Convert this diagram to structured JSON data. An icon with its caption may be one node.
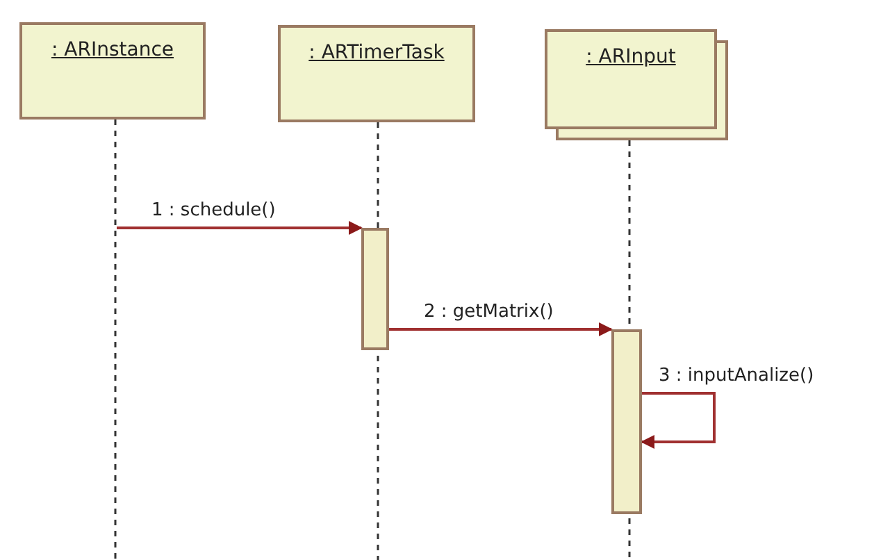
{
  "diagram": {
    "nodes": [
      {
        "text": [
          ": ARInstance"
        ]
      },
      {
        "text": [
          ": ARTimerTask"
        ]
      },
      {
        "text": [
          ": ARInput"
        ]
      },
      {
        "text": [],
        "shape": "bar"
      },
      {
        "text": [],
        "shape": "bar"
      }
    ],
    "edges": [
      {
        "from": null,
        "to": 3,
        "arrow": "to",
        "label": "1 : schedule()"
      },
      {
        "from": 3,
        "to": 4,
        "arrow": "to",
        "label": "2 : getMatrix()"
      },
      {
        "from": 4,
        "to": 4,
        "arrow": "to",
        "label": "3 : inputAnalize()"
      }
    ]
  }
}
